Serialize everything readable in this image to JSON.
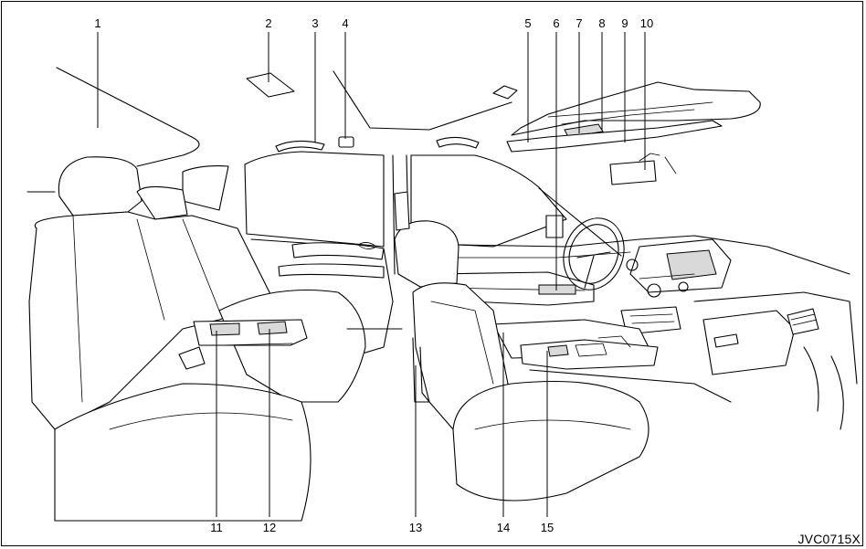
{
  "callouts": [
    {
      "label": "1"
    },
    {
      "label": "2"
    },
    {
      "label": "3"
    },
    {
      "label": "4"
    },
    {
      "label": "5"
    },
    {
      "label": "6"
    },
    {
      "label": "7"
    },
    {
      "label": "8"
    },
    {
      "label": "9"
    },
    {
      "label": "10"
    },
    {
      "label": "11"
    },
    {
      "label": "12"
    },
    {
      "label": "13"
    },
    {
      "label": "14"
    },
    {
      "label": "15"
    }
  ],
  "figure_code": "JVC0715X"
}
